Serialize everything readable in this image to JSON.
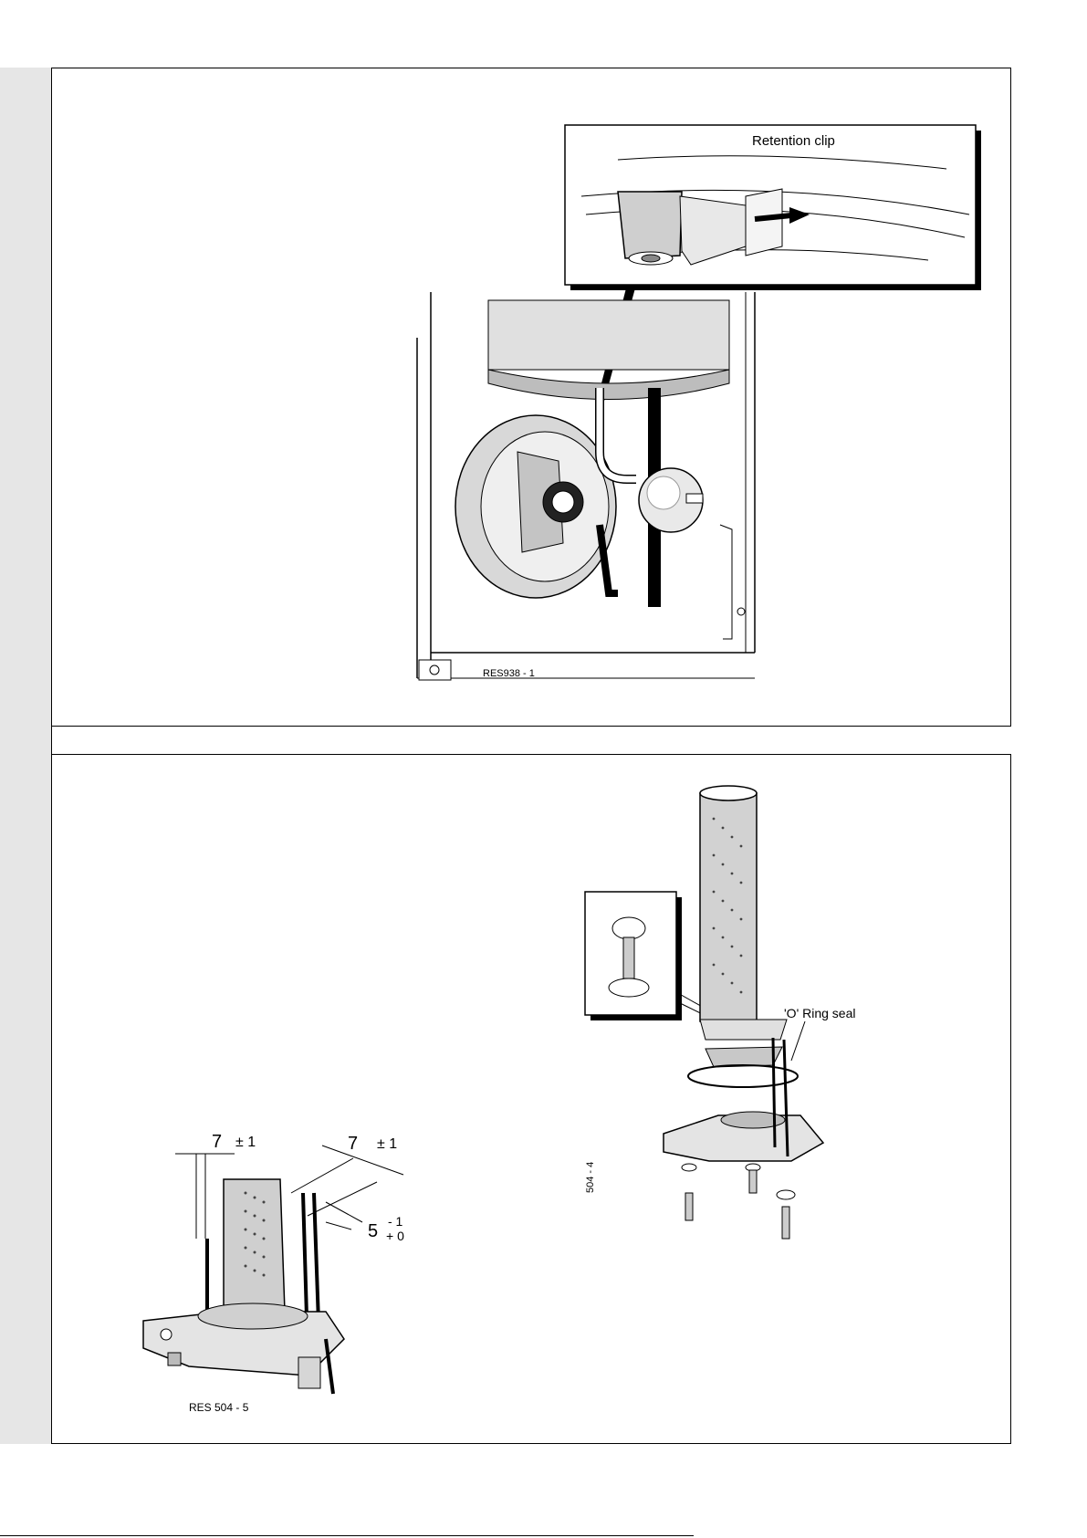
{
  "figures": {
    "top": {
      "callout_label": "Retention clip",
      "ref_code": "RES938 - 1"
    },
    "bottom_left": {
      "dim1_value": "7",
      "dim1_tol": "± 1",
      "dim2_value": "7",
      "dim2_tol": "± 1",
      "dim3_value": "5",
      "dim3_tol_minus": "- 1",
      "dim3_tol_plus": "+ 0",
      "ref_code": "RES  504 - 5"
    },
    "bottom_right": {
      "callout_label": "'O' Ring seal",
      "ref_code": "504 - 4"
    }
  },
  "colors": {
    "sidebar": "#e6e6e6",
    "line": "#000000",
    "shade": "#d0d0d0"
  }
}
